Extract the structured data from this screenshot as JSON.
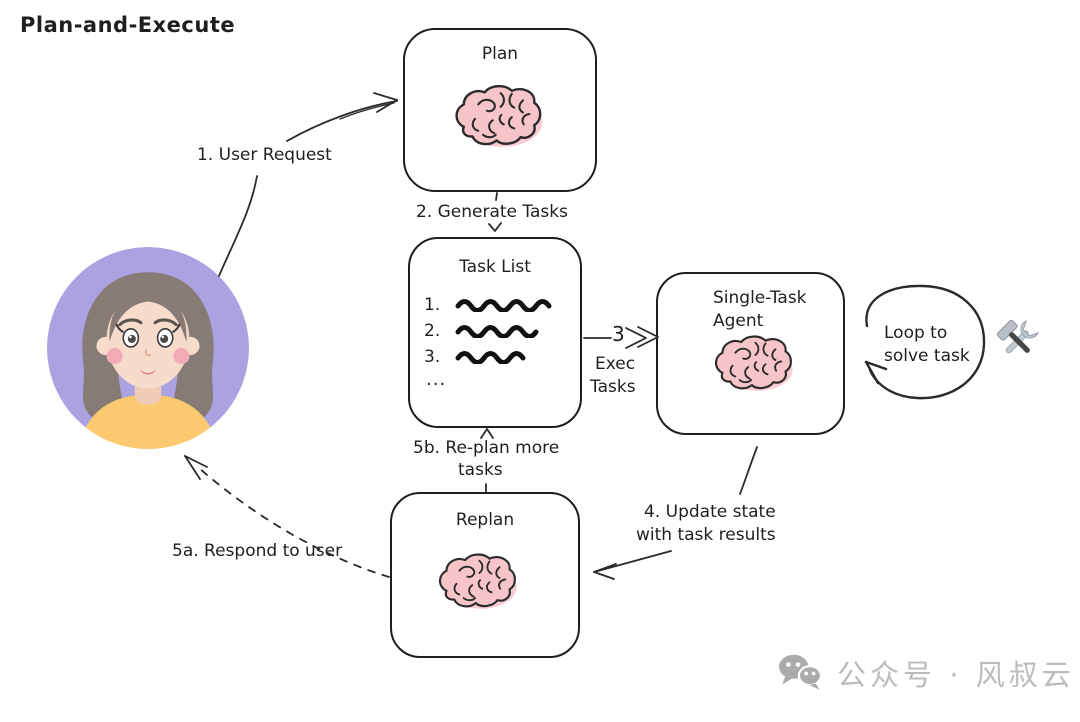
{
  "title": "Plan-and-Execute",
  "nodes": {
    "plan": {
      "label": "Plan"
    },
    "task_list": {
      "label": "Task List",
      "items": [
        "1.",
        "2.",
        "3."
      ],
      "ellipsis": "..."
    },
    "agent": {
      "label_line1": "Single-Task",
      "label_line2": "Agent"
    },
    "replan": {
      "label": "Replan"
    },
    "loop": {
      "label_line1": "Loop to",
      "label_line2": "solve task"
    }
  },
  "edges": {
    "user_request": {
      "label": "1. User Request"
    },
    "generate_tasks": {
      "label": "2. Generate Tasks"
    },
    "exec_tasks": {
      "number": "3",
      "label_line1": "Exec",
      "label_line2": "Tasks"
    },
    "update_state": {
      "label_line1": "4. Update state",
      "label_line2": "with task results"
    },
    "respond_to_user": {
      "label": "5a. Respond to user"
    },
    "replan_more": {
      "label_line1": "5b. Re-plan more",
      "label_line2": "tasks"
    }
  },
  "icons": {
    "brain": "brain-icon",
    "tools": "hammer-wrench-icon",
    "wechat": "wechat-icon"
  },
  "watermark": {
    "text": "公众号 · 风叔云"
  },
  "colors": {
    "stroke": "#1e1e1e",
    "brain_fill": "#f6c4c9",
    "avatar_bg": "#aba2e2",
    "avatar_hair": "#867c75",
    "avatar_shirt": "#fbca70",
    "watermark_gray": "#bcbcbc"
  }
}
